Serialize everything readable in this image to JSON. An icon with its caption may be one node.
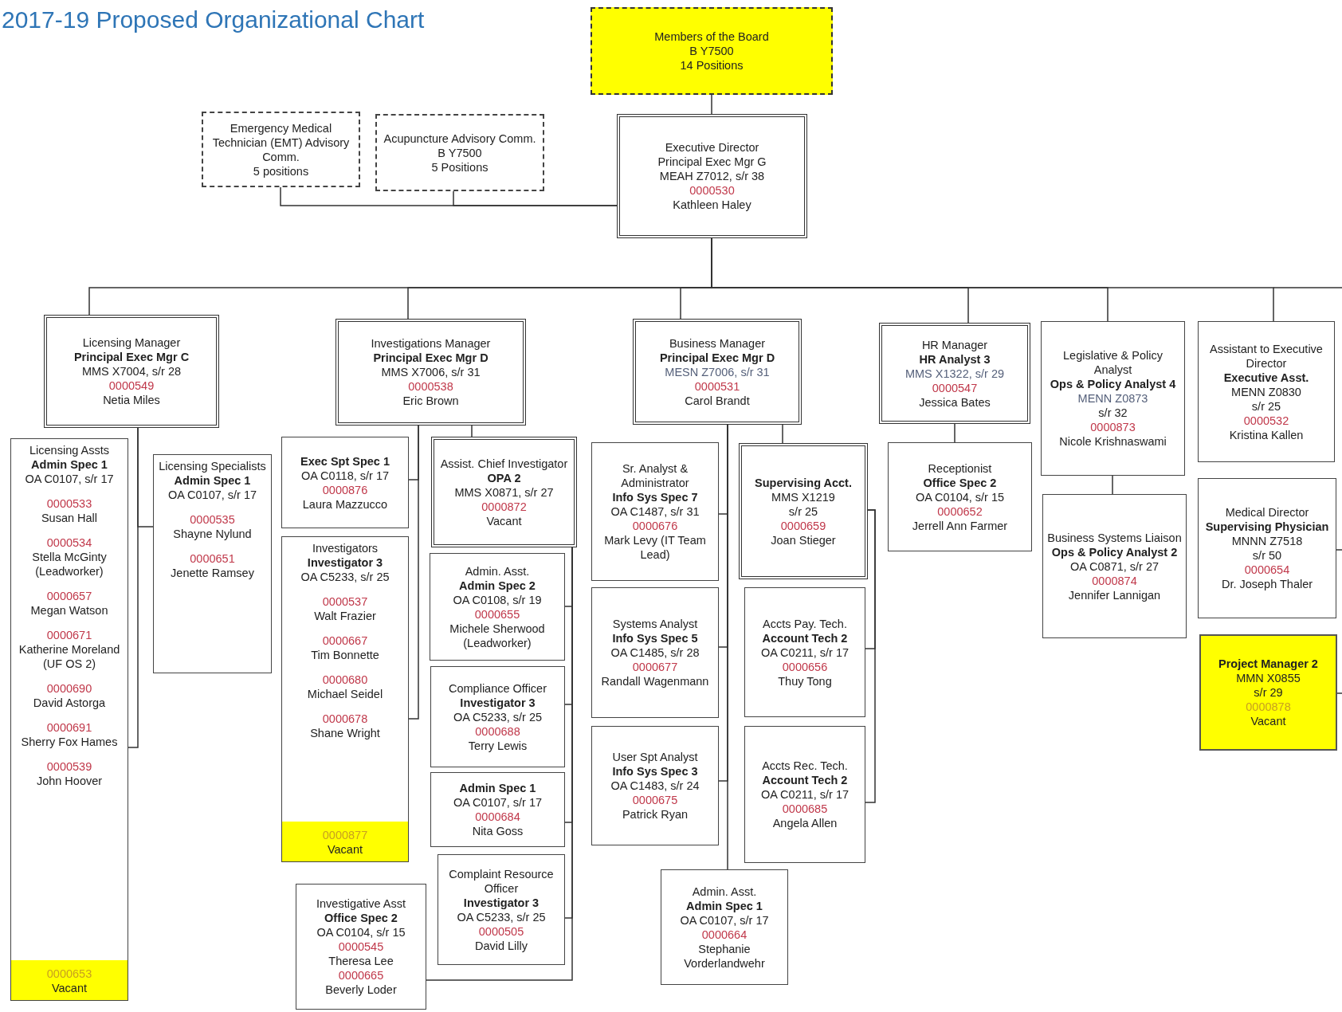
{
  "diagram": {
    "title": "2017-19 Proposed Organizational Chart",
    "nodes": [
      {
        "text": [
          "Members of the Board",
          "B Y7500",
          "14 Positions"
        ]
      },
      {
        "text": [
          "Emergency Medical Technician (EMT) Advisory Comm.",
          "5 positions"
        ]
      },
      {
        "text": [
          "Acupuncture Advisory Comm.",
          "B Y7500",
          "5 Positions"
        ]
      },
      {
        "text": [
          "Executive Director",
          "Principal Exec Mgr G",
          "MEAH Z7012, s/r 38",
          "0000530",
          "Kathleen Haley"
        ]
      },
      {
        "text": [
          "Licensing Manager",
          "Principal Exec Mgr C",
          "MMS X7004, s/r 28",
          "0000549",
          "Netia Miles"
        ]
      },
      {
        "text": [
          "Investigations Manager",
          "Principal Exec Mgr D",
          "MMS X7006, s/r 31",
          "0000538",
          "Eric Brown"
        ]
      },
      {
        "text": [
          "Business Manager",
          "Principal Exec Mgr D",
          "MESN Z7006, s/r 31",
          "0000531",
          "Carol Brandt"
        ]
      },
      {
        "text": [
          "HR Manager",
          "HR Analyst 3",
          "MMS X1322, s/r 29",
          "0000547",
          "Jessica Bates"
        ]
      },
      {
        "text": [
          "Legislative & Policy Analyst",
          "Ops & Policy Analyst 4",
          "MENN Z0873",
          "s/r 32",
          "0000873",
          "Nicole Krishnaswami"
        ]
      },
      {
        "text": [
          "Assistant to Executive Director",
          "Executive Asst.",
          "MENN Z0830",
          "s/r 25",
          "0000532",
          "Kristina Kallen"
        ]
      },
      {
        "text": [
          "Licensing Assts",
          "Admin Spec 1",
          "OA C0107, s/r 17",
          "0000533",
          "Susan Hall",
          "0000534",
          "Stella McGinty (Leadworker)",
          "0000657",
          "Megan Watson",
          "0000671",
          "Katherine Moreland (UF OS 2)",
          "0000690",
          "David Astorga",
          "0000691",
          "Sherry Fox Hames",
          "0000539",
          "John Hoover",
          "0000653",
          "Vacant"
        ]
      },
      {
        "text": [
          "Licensing Specialists",
          "Admin Spec 1",
          "OA C0107, s/r 17",
          "0000535",
          "Shayne Nylund",
          "0000651",
          "Jenette Ramsey"
        ]
      },
      {
        "text": [
          "Exec Spt Spec 1",
          "OA C0118, s/r 17",
          "0000876",
          "Laura Mazzucco"
        ]
      },
      {
        "text": [
          "Investigators",
          "Investigator 3",
          "OA C5233, s/r 25",
          "0000537",
          "Walt Frazier",
          "0000667",
          "Tim Bonnette",
          "0000680",
          "Michael Seidel",
          "0000678",
          "Shane Wright",
          "0000877",
          "Vacant"
        ]
      },
      {
        "text": [
          "Investigative Asst",
          "Office Spec 2",
          "OA C0104, s/r 15",
          "0000545",
          "Theresa Lee",
          "0000665",
          "Beverly Loder"
        ]
      },
      {
        "text": [
          "Assist. Chief Investigator",
          "OPA 2",
          "MMS X0871, s/r 27",
          "0000872",
          "Vacant"
        ]
      },
      {
        "text": [
          "Admin. Asst.",
          "Admin Spec 2",
          "OA C0108, s/r 19",
          "0000655",
          "Michele Sherwood (Leadworker)"
        ]
      },
      {
        "text": [
          "Compliance Officer",
          "Investigator 3",
          "OA C5233, s/r 25",
          "0000688",
          "Terry Lewis"
        ]
      },
      {
        "text": [
          "Admin Spec 1",
          "OA C0107, s/r 17",
          "0000684",
          "Nita Goss"
        ]
      },
      {
        "text": [
          "Complaint Resource Officer",
          "Investigator 3",
          "OA C5233, s/r 25",
          "0000505",
          "David Lilly"
        ]
      },
      {
        "text": [
          "Sr. Analyst & Administrator",
          "Info Sys Spec 7",
          "OA C1487, s/r 31",
          "0000676",
          "Mark Levy (IT Team Lead)"
        ]
      },
      {
        "text": [
          "Systems Analyst",
          "Info Sys Spec 5",
          "OA C1485, s/r 28",
          "0000677",
          "Randall Wagenmann"
        ]
      },
      {
        "text": [
          "User Spt Analyst",
          "Info Sys Spec 3",
          "OA C1483, s/r 24",
          "0000675",
          "Patrick Ryan"
        ]
      },
      {
        "text": [
          "Admin. Asst.",
          "Admin Spec 1",
          "OA C0107, s/r 17",
          "0000664",
          "Stephanie Vorderlandwehr"
        ]
      },
      {
        "text": [
          "Supervising Acct.",
          "MMS X1219",
          "s/r 25",
          "0000659",
          "Joan Stieger"
        ]
      },
      {
        "text": [
          "Accts Pay. Tech.",
          "Account Tech 2",
          "OA C0211, s/r 17",
          "0000656",
          "Thuy Tong"
        ]
      },
      {
        "text": [
          "Accts Rec. Tech.",
          "Account Tech 2",
          "OA C0211, s/r 17",
          "0000685",
          "Angela Allen"
        ]
      },
      {
        "text": [
          "Receptionist",
          "Office Spec 2",
          "OA C0104, s/r 15",
          "0000652",
          "Jerrell Ann Farmer"
        ]
      },
      {
        "text": [
          "Business Systems Liaison",
          "Ops & Policy Analyst 2",
          "OA C0871, s/r 27",
          "0000874",
          "Jennifer Lannigan"
        ]
      },
      {
        "text": [
          "Medical Director",
          "Supervising Physician",
          "MNNN Z7518",
          "s/r 50",
          "0000654",
          "Dr. Joseph Thaler"
        ]
      },
      {
        "text": [
          "Project Manager 2",
          "MMN X0855",
          "s/r 29",
          "0000878",
          "Vacant"
        ]
      }
    ],
    "edges": [
      {
        "from": 0,
        "to": 3,
        "arrow": "none"
      },
      {
        "from": 1,
        "to": 3,
        "arrow": "none"
      },
      {
        "from": 2,
        "to": 3,
        "arrow": "none"
      },
      {
        "from": 3,
        "to": 4,
        "arrow": "none"
      },
      {
        "from": 3,
        "to": 5,
        "arrow": "none"
      },
      {
        "from": 3,
        "to": 6,
        "arrow": "none"
      },
      {
        "from": 3,
        "to": 7,
        "arrow": "none"
      },
      {
        "from": 3,
        "to": 8,
        "arrow": "none"
      },
      {
        "from": 3,
        "to": 9,
        "arrow": "none"
      },
      {
        "from": 4,
        "to": 10,
        "arrow": "none"
      },
      {
        "from": 4,
        "to": 11,
        "arrow": "none"
      },
      {
        "from": 5,
        "to": 12,
        "arrow": "none"
      },
      {
        "from": 5,
        "to": 13,
        "arrow": "none"
      },
      {
        "from": 5,
        "to": 15,
        "arrow": "none"
      },
      {
        "from": 15,
        "to": 16,
        "arrow": "none"
      },
      {
        "from": 15,
        "to": 17,
        "arrow": "none"
      },
      {
        "from": 15,
        "to": 18,
        "arrow": "none"
      },
      {
        "from": 15,
        "to": 19,
        "arrow": "none"
      },
      {
        "from": 15,
        "to": 14,
        "arrow": "none"
      },
      {
        "from": 6,
        "to": 20,
        "arrow": "none"
      },
      {
        "from": 6,
        "to": 21,
        "arrow": "none"
      },
      {
        "from": 6,
        "to": 22,
        "arrow": "none"
      },
      {
        "from": 6,
        "to": 23,
        "arrow": "none"
      },
      {
        "from": 6,
        "to": 24,
        "arrow": "none"
      },
      {
        "from": 24,
        "to": 25,
        "arrow": "none"
      },
      {
        "from": 24,
        "to": 26,
        "arrow": "none"
      },
      {
        "from": 7,
        "to": 27,
        "arrow": "none"
      },
      {
        "from": 8,
        "to": 28,
        "arrow": "none"
      },
      {
        "from": null,
        "to": 29,
        "arrow": "none"
      },
      {
        "from": null,
        "to": 30,
        "arrow": "none"
      }
    ]
  }
}
